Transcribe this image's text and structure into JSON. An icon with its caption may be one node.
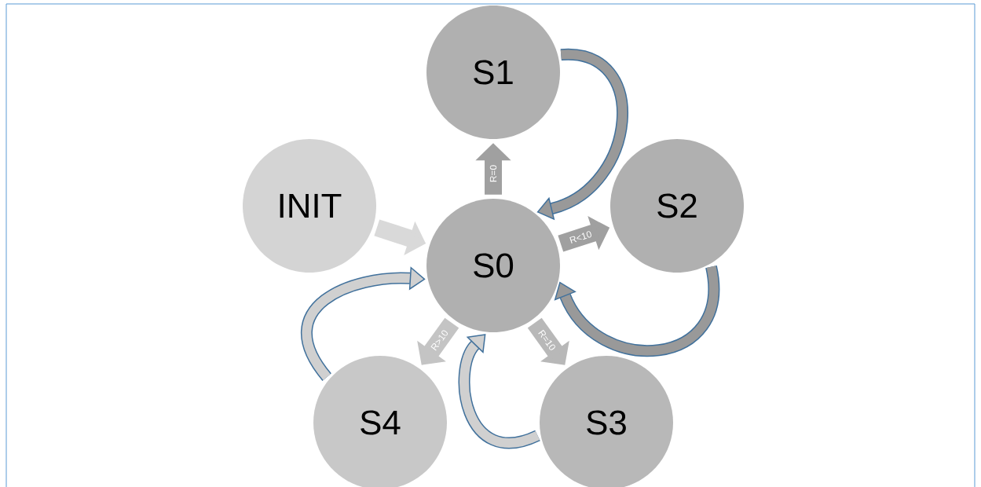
{
  "diagram": {
    "nodes": [
      {
        "text": [
          "S0"
        ]
      },
      {
        "text": [
          "S1"
        ]
      },
      {
        "text": [
          "S2"
        ]
      },
      {
        "text": [
          "S3"
        ]
      },
      {
        "text": [
          "S4"
        ]
      },
      {
        "text": [
          "INIT"
        ]
      }
    ],
    "edges": [
      {
        "from": 5,
        "to": 0,
        "arrow": "to",
        "color": "#d9d9d9"
      },
      {
        "from": 0,
        "to": 1,
        "arrow": "to",
        "label": "R=0",
        "color": "#a0a0a0"
      },
      {
        "from": 0,
        "to": 2,
        "arrow": "to",
        "label": "R<10",
        "color": "#a0a0a0"
      },
      {
        "from": 0,
        "to": 3,
        "arrow": "to",
        "label": "R=10",
        "color": "#b8b8b8"
      },
      {
        "from": 0,
        "to": 4,
        "arrow": "to",
        "label": "R>10",
        "color": "#c4c4c4"
      },
      {
        "from": 1,
        "to": 0,
        "arrow": "to",
        "color": "#41719c"
      },
      {
        "from": 2,
        "to": 0,
        "arrow": "to",
        "color": "#41719c"
      },
      {
        "from": 3,
        "to": 0,
        "arrow": "to",
        "color": "#41719c"
      },
      {
        "from": 4,
        "to": 0,
        "arrow": "to",
        "color": "#41719c"
      }
    ]
  }
}
